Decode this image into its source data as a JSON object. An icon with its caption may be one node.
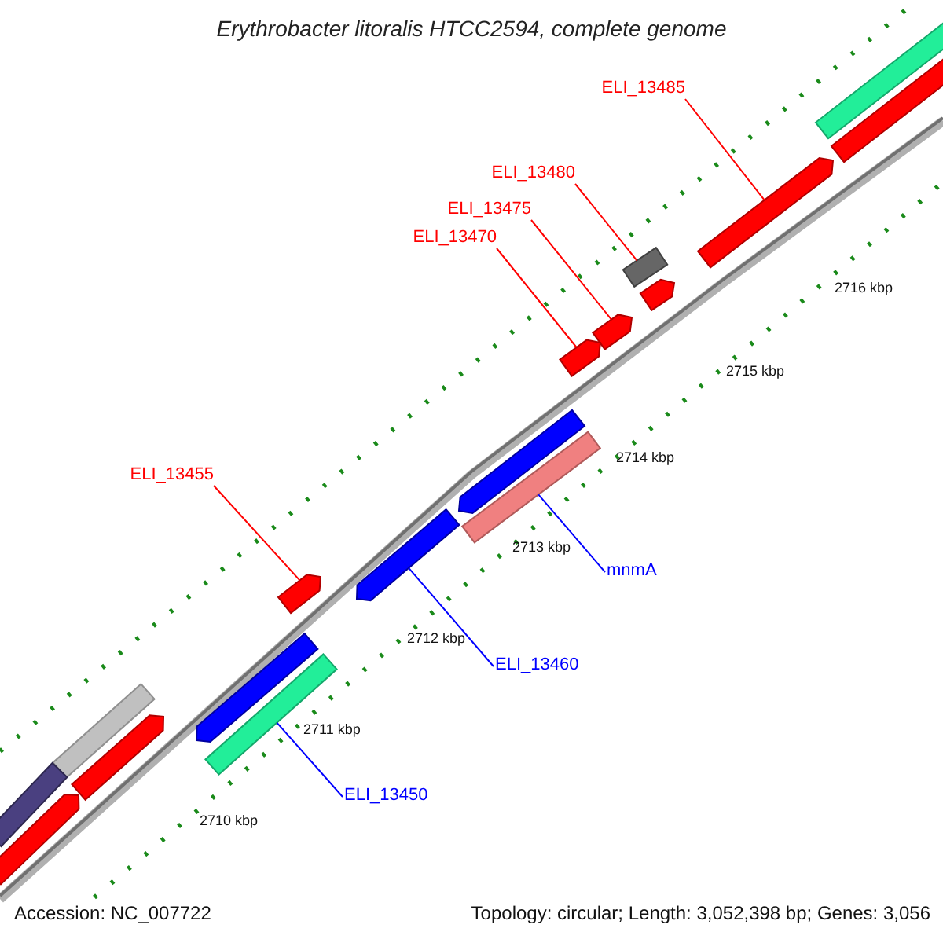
{
  "diagram": {
    "title": "Erythrobacter litoralis HTCC2594, complete genome",
    "nodes": [
      {
        "text": [
          "ELI_13485"
        ]
      },
      {
        "text": [
          "ELI_13480"
        ]
      },
      {
        "text": [
          "ELI_13475"
        ]
      },
      {
        "text": [
          "ELI_13470"
        ]
      },
      {
        "text": [
          "ELI_13455"
        ]
      },
      {
        "text": [
          "mnmA"
        ]
      },
      {
        "text": [
          "ELI_13460"
        ]
      },
      {
        "text": [
          "ELI_13450"
        ]
      },
      {
        "text": [],
        "shape": "bar"
      },
      {
        "text": [],
        "shape": "bar"
      },
      {
        "text": [],
        "shape": "arrow"
      },
      {
        "text": [],
        "shape": "bar"
      },
      {
        "text": [],
        "shape": "arrow"
      },
      {
        "text": [],
        "shape": "arrow"
      },
      {
        "text": [],
        "shape": "arrow"
      },
      {
        "text": [],
        "shape": "arrow"
      },
      {
        "text": [],
        "shape": "bar"
      },
      {
        "text": [],
        "shape": "arrow"
      },
      {
        "text": [],
        "shape": "arrow"
      },
      {
        "text": [],
        "shape": "arrow"
      },
      {
        "text": [],
        "shape": "bar"
      },
      {
        "text": [],
        "shape": "bar"
      },
      {
        "text": [],
        "shape": "bar"
      },
      {
        "text": [],
        "shape": "arrow"
      },
      {
        "text": [],
        "shape": "arrow"
      }
    ],
    "edges": [
      {
        "from": 0,
        "to": 10,
        "arrow": "none"
      },
      {
        "from": 1,
        "to": 11,
        "arrow": "none"
      },
      {
        "from": 2,
        "to": 13,
        "arrow": "none"
      },
      {
        "from": 3,
        "to": 14,
        "arrow": "none"
      },
      {
        "from": 4,
        "to": 18,
        "arrow": "none"
      },
      {
        "from": 5,
        "to": 16,
        "arrow": "none",
        "color": "#0000ff"
      },
      {
        "from": 6,
        "to": 17,
        "arrow": "none",
        "color": "#0000ff"
      },
      {
        "from": 7,
        "to": 20,
        "arrow": "none",
        "color": "#0000ff"
      }
    ],
    "labels": [
      "2716 kbp",
      "2715 kbp",
      "2714 kbp",
      "2713 kbp",
      "2712 kbp",
      "2711 kbp",
      "2710 kbp",
      "Accession: NC_007722",
      "Topology: circular; Length: 3,052,398 bp; Genes: 3,056"
    ]
  }
}
